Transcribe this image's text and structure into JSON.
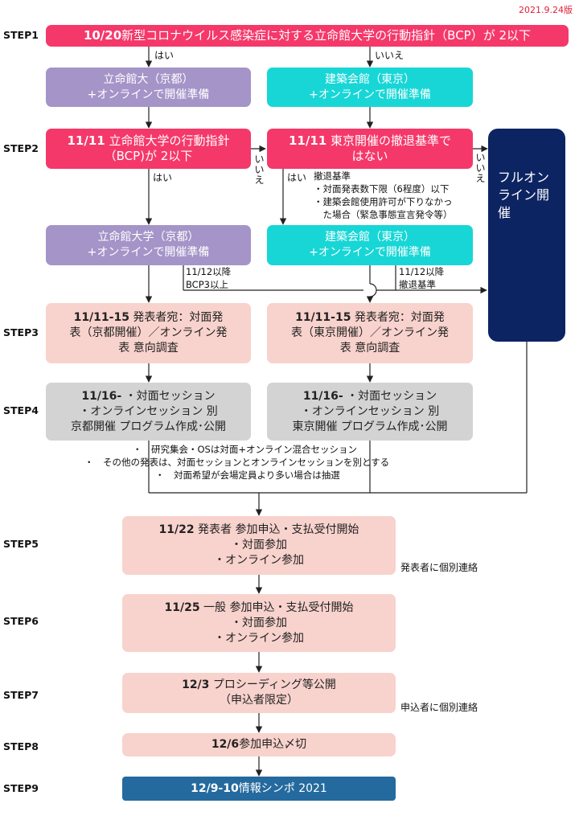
{
  "version_date": "2021.9.24版",
  "steps": [
    "STEP1",
    "STEP2",
    "STEP3",
    "STEP4",
    "STEP5",
    "STEP6",
    "STEP7",
    "STEP8",
    "STEP9"
  ],
  "step1": {
    "bold": "10/20",
    "text": " 新型コロナウイルス感染症に対する立命館大学の行動指針（BCP）が 2以下"
  },
  "step1_left_box": [
    "立命館大（京都）",
    "+オンラインで開催準備"
  ],
  "step1_right_box": [
    "建築会館（東京）",
    "+オンラインで開催準備"
  ],
  "step2_left": {
    "bold": "11/11",
    "line1": " 立命館大学の行動指針",
    "line2": "（BCP)が 2以下"
  },
  "step2_right": {
    "bold": "11/11",
    "line1": " 東京開催の撤退基準で",
    "line2": "はない"
  },
  "full_online_box": [
    "フルオン",
    "ライン開",
    "催"
  ],
  "step2_left_result": [
    "立命館大学（京都）",
    "+オンラインで開催準備"
  ],
  "step2_right_result": [
    "建築会館（東京）",
    "+オンラインで開催準備"
  ],
  "withdraw_criteria": {
    "title": "撤退基準",
    "items": [
      "・対面発表数下限（6程度）以下",
      "・建築会館使用許可が下りなかっ",
      "　た場合（緊急事態宣言発令等）"
    ]
  },
  "edge_labels": {
    "yes": "はい",
    "no": "いいえ",
    "no_vertical": [
      "い",
      "い",
      "え"
    ],
    "kyoto_after": [
      "11/12以降",
      "BCP3以上"
    ],
    "tokyo_after": [
      "11/12以降",
      "撤退基準"
    ],
    "step5_note": "発表者に個別連絡",
    "step7_note": "申込者に個別連絡"
  },
  "step3_left": {
    "bold": "11/11-15",
    "line1": " 発表者宛：対面発",
    "line2": "表（京都開催）／オンライン発",
    "line3": "表 意向調査"
  },
  "step3_right": {
    "bold": "11/11-15",
    "line1": " 発表者宛：対面発",
    "line2": "表（東京開催）／オンライン発",
    "line3": "表 意向調査"
  },
  "step4_left": {
    "bold": "11/16-",
    "line1": " ・対面セッション",
    "line2": "・オンラインセッション 別",
    "line3": "京都開催 プログラム作成･公開"
  },
  "step4_right": {
    "bold": "11/16-",
    "line1": " ・対面セッション",
    "line2": "・オンラインセッション 別",
    "line3": "東京開催 プログラム作成･公開"
  },
  "session_notes": [
    "・　研究集会・OSは対面+オンライン混合セッション",
    "・　その他の発表は、対面セッションとオンラインセッションを別とする",
    "・　対面希望が会場定員より多い場合は抽選"
  ],
  "step5": {
    "bold": "11/22",
    "line1": " 発表者 参加申込・支払受付開始",
    "line2": "・対面参加",
    "line3": "・オンライン参加"
  },
  "step6": {
    "bold": "11/25",
    "line1": " 一般 参加申込・支払受付開始",
    "line2": "・対面参加",
    "line3": "・オンライン参加"
  },
  "step7": {
    "bold": "12/3",
    "line1": " プロシーディング等公開",
    "line2": "（申込者限定）"
  },
  "step8": {
    "bold": "12/6",
    "line1": " 参加申込〆切"
  },
  "step9": {
    "bold": "12/9-10",
    "line1": " 情報シンポ 2021"
  },
  "colors": {
    "pink": "#f5386a",
    "purple": "#a494c8",
    "teal": "#18d6d6",
    "rose": "#f8d2cc",
    "gray": "#d3d3d3",
    "navy": "#0d2463",
    "blue": "#246a9e",
    "date": "#e0203a"
  }
}
